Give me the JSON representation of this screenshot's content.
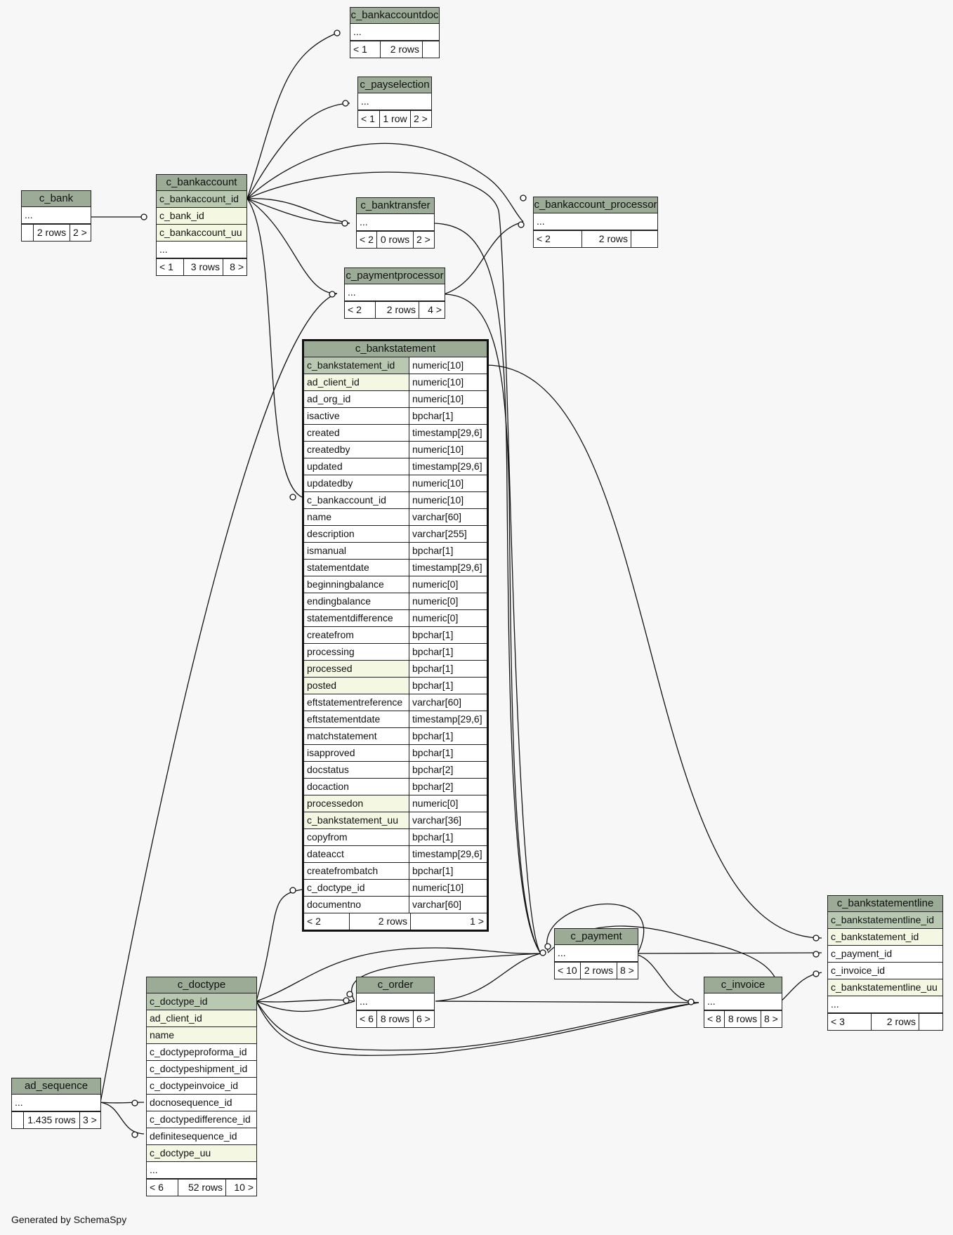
{
  "footer_text": "Generated by SchemaSpy",
  "tables": {
    "c_bankaccountdoc": {
      "name": "c_bankaccountdoc",
      "rows": [
        "..."
      ],
      "footer": [
        "< 1",
        "2 rows",
        ""
      ]
    },
    "c_payselection": {
      "name": "c_payselection",
      "rows": [
        "..."
      ],
      "footer": [
        "< 1",
        "1 row",
        "2 >"
      ]
    },
    "c_bank": {
      "name": "c_bank",
      "rows": [
        "..."
      ],
      "footer": [
        "",
        "2 rows",
        "2 >"
      ]
    },
    "c_bankaccount": {
      "name": "c_bankaccount",
      "rows": [
        "c_bankaccount_id",
        "c_bank_id",
        "c_bankaccount_uu",
        "..."
      ],
      "footer": [
        "< 1",
        "3 rows",
        "8 >"
      ]
    },
    "c_banktransfer": {
      "name": "c_banktransfer",
      "rows": [
        "..."
      ],
      "footer": [
        "< 2",
        "0 rows",
        "2 >"
      ]
    },
    "c_bankaccount_processor": {
      "name": "c_bankaccount_processor",
      "rows": [
        "..."
      ],
      "footer": [
        "< 2",
        "2 rows",
        ""
      ]
    },
    "c_paymentprocessor": {
      "name": "c_paymentprocessor",
      "rows": [
        "..."
      ],
      "footer": [
        "< 2",
        "2 rows",
        "4 >"
      ]
    },
    "c_bankstatement": {
      "name": "c_bankstatement",
      "columns": [
        {
          "name": "c_bankstatement_id",
          "type": "numeric[10]"
        },
        {
          "name": "ad_client_id",
          "type": "numeric[10]"
        },
        {
          "name": "ad_org_id",
          "type": "numeric[10]"
        },
        {
          "name": "isactive",
          "type": "bpchar[1]"
        },
        {
          "name": "created",
          "type": "timestamp[29,6]"
        },
        {
          "name": "createdby",
          "type": "numeric[10]"
        },
        {
          "name": "updated",
          "type": "timestamp[29,6]"
        },
        {
          "name": "updatedby",
          "type": "numeric[10]"
        },
        {
          "name": "c_bankaccount_id",
          "type": "numeric[10]"
        },
        {
          "name": "name",
          "type": "varchar[60]"
        },
        {
          "name": "description",
          "type": "varchar[255]"
        },
        {
          "name": "ismanual",
          "type": "bpchar[1]"
        },
        {
          "name": "statementdate",
          "type": "timestamp[29,6]"
        },
        {
          "name": "beginningbalance",
          "type": "numeric[0]"
        },
        {
          "name": "endingbalance",
          "type": "numeric[0]"
        },
        {
          "name": "statementdifference",
          "type": "numeric[0]"
        },
        {
          "name": "createfrom",
          "type": "bpchar[1]"
        },
        {
          "name": "processing",
          "type": "bpchar[1]"
        },
        {
          "name": "processed",
          "type": "bpchar[1]"
        },
        {
          "name": "posted",
          "type": "bpchar[1]"
        },
        {
          "name": "eftstatementreference",
          "type": "varchar[60]"
        },
        {
          "name": "eftstatementdate",
          "type": "timestamp[29,6]"
        },
        {
          "name": "matchstatement",
          "type": "bpchar[1]"
        },
        {
          "name": "isapproved",
          "type": "bpchar[1]"
        },
        {
          "name": "docstatus",
          "type": "bpchar[2]"
        },
        {
          "name": "docaction",
          "type": "bpchar[2]"
        },
        {
          "name": "processedon",
          "type": "numeric[0]"
        },
        {
          "name": "c_bankstatement_uu",
          "type": "varchar[36]"
        },
        {
          "name": "copyfrom",
          "type": "bpchar[1]"
        },
        {
          "name": "dateacct",
          "type": "timestamp[29,6]"
        },
        {
          "name": "createfrombatch",
          "type": "bpchar[1]"
        },
        {
          "name": "c_doctype_id",
          "type": "numeric[10]"
        },
        {
          "name": "documentno",
          "type": "varchar[60]"
        }
      ],
      "footer": [
        "< 2",
        "2 rows",
        "1 >"
      ]
    },
    "c_payment": {
      "name": "c_payment",
      "rows": [
        "..."
      ],
      "footer": [
        "< 10",
        "2 rows",
        "8 >"
      ]
    },
    "c_order": {
      "name": "c_order",
      "rows": [
        "..."
      ],
      "footer": [
        "< 6",
        "8 rows",
        "6 >"
      ]
    },
    "c_invoice": {
      "name": "c_invoice",
      "rows": [
        "..."
      ],
      "footer": [
        "< 8",
        "8 rows",
        "8 >"
      ]
    },
    "c_doctype": {
      "name": "c_doctype",
      "rows": [
        "c_doctype_id",
        "ad_client_id",
        "name",
        "c_doctypeproforma_id",
        "c_doctypeshipment_id",
        "c_doctypeinvoice_id",
        "docnosequence_id",
        "c_doctypedifference_id",
        "definitesequence_id",
        "c_doctype_uu",
        "..."
      ],
      "footer": [
        "< 6",
        "52 rows",
        "10 >"
      ]
    },
    "c_bankstatementline": {
      "name": "c_bankstatementline",
      "rows": [
        "c_bankstatementline_id",
        "c_bankstatement_id",
        "c_payment_id",
        "c_invoice_id",
        "c_bankstatementline_uu",
        "..."
      ],
      "footer": [
        "< 3",
        "2 rows",
        ""
      ]
    },
    "ad_sequence": {
      "name": "ad_sequence",
      "rows": [
        "..."
      ],
      "footer": [
        "",
        "1.435 rows",
        "3 >"
      ]
    }
  }
}
